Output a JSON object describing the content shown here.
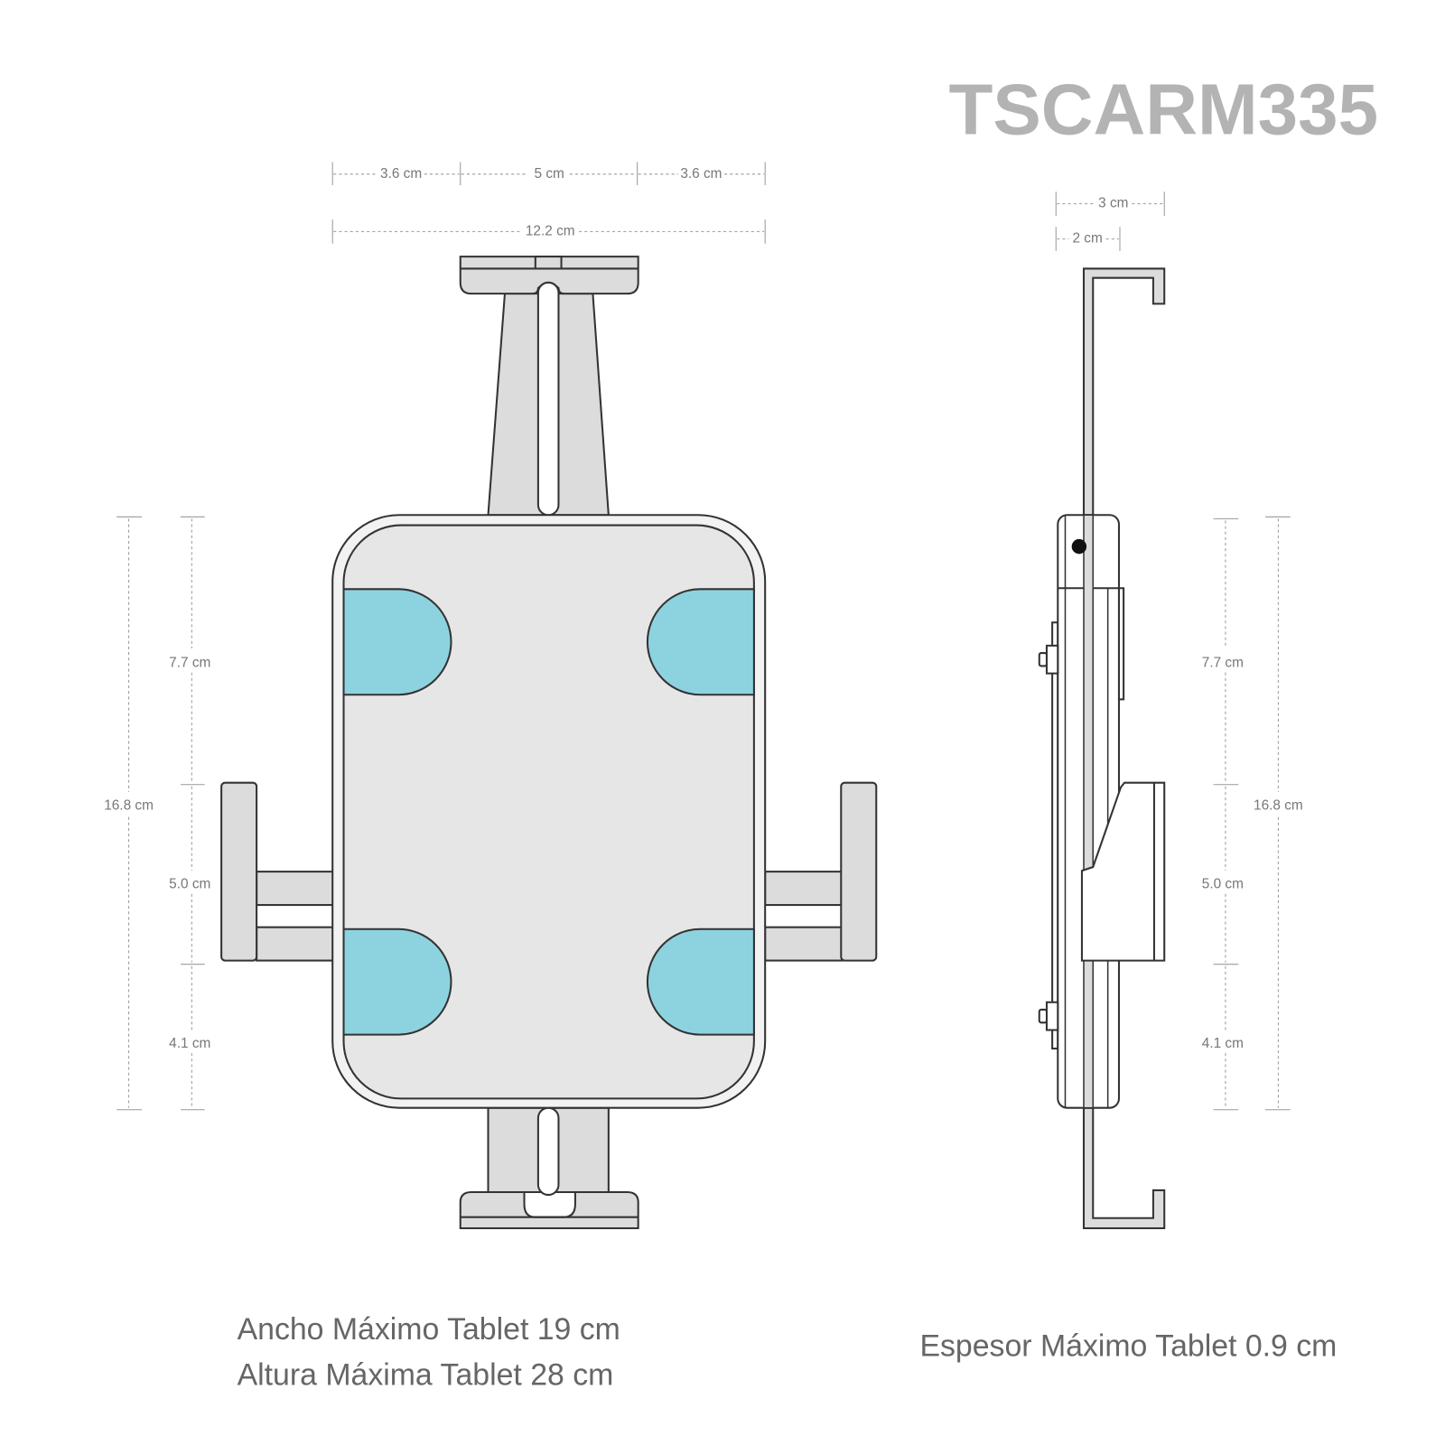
{
  "title": "TSCARM335",
  "front_view": {
    "top_dims": {
      "left": "3.6 cm",
      "center": "5 cm",
      "right": "3.6 cm",
      "total": "12.2 cm"
    },
    "vertical_dims": {
      "total": "16.8 cm",
      "top": "7.7 cm",
      "middle": "5.0 cm",
      "bottom": "4.1 cm"
    },
    "pad_color": "#8dd3df"
  },
  "side_view": {
    "top_dims": {
      "outer": "3 cm",
      "inner": "2 cm"
    },
    "vertical_dims": {
      "total": "16.8 cm",
      "top": "7.7 cm",
      "middle": "5.0 cm",
      "bottom": "4.1 cm"
    }
  },
  "captions": {
    "max_width": "Ancho Máximo Tablet 19 cm",
    "max_height": "Altura Máxima Tablet  28 cm",
    "max_thickness": "Espesor Máximo Tablet  0.9 cm"
  }
}
